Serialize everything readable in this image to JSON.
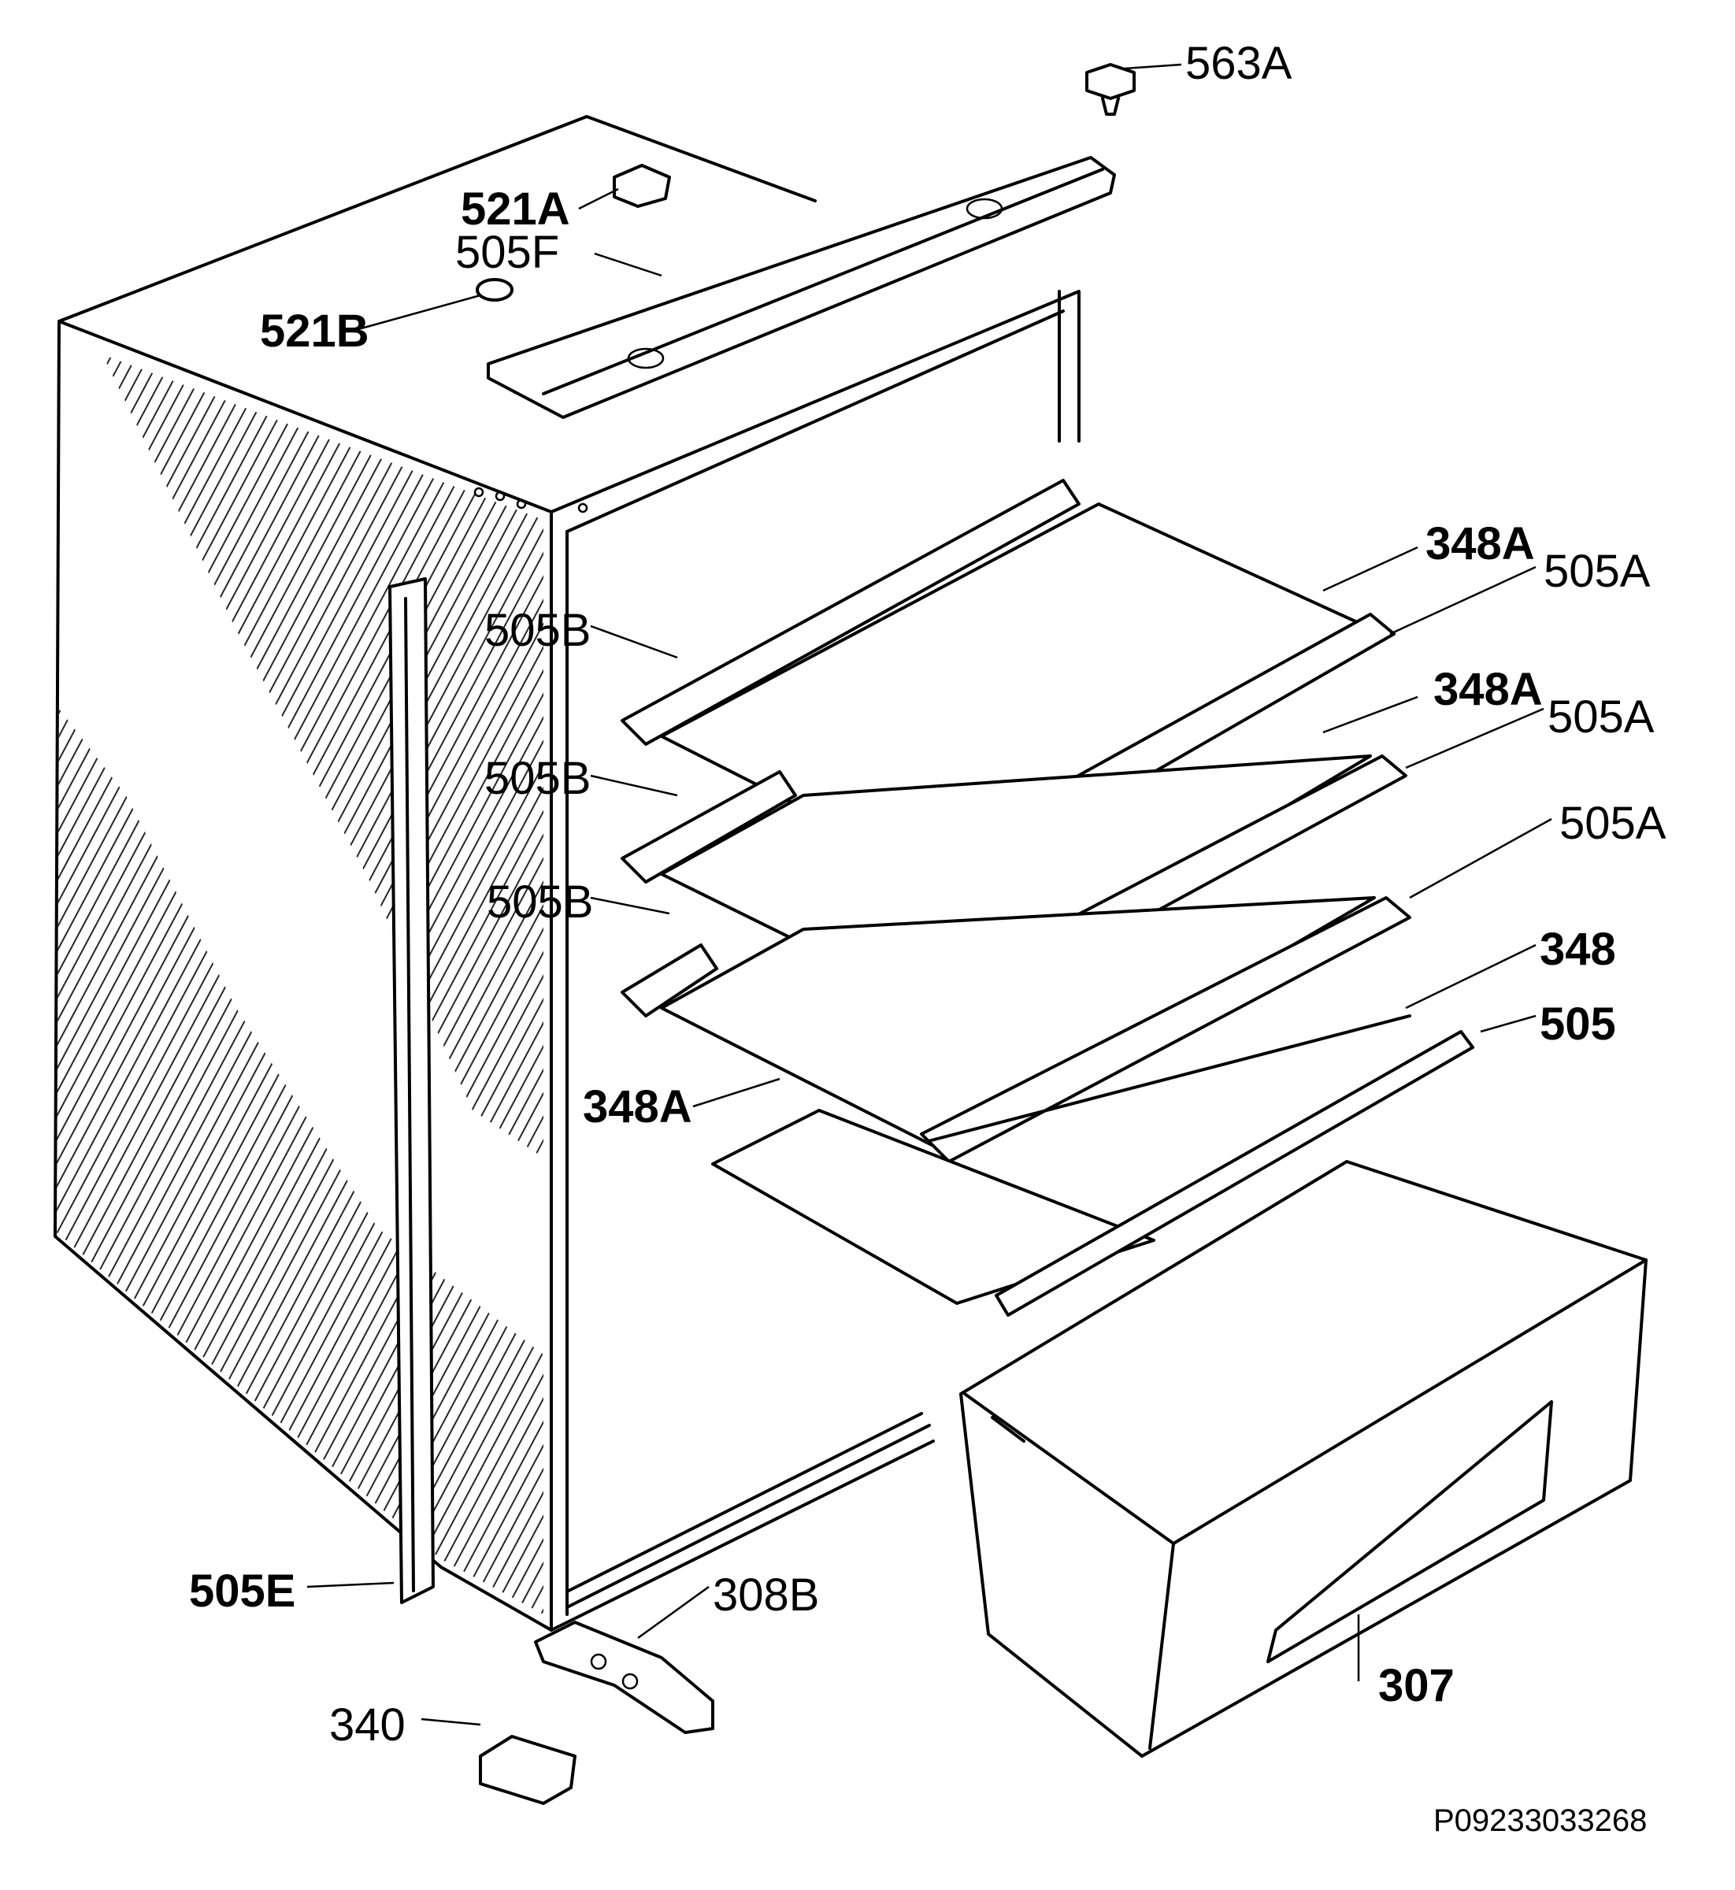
{
  "labels": {
    "p563A": "563A",
    "p521A": "521A",
    "p505F": "505F",
    "p521B": "521B",
    "p348A_top": "348A",
    "p505A_1": "505A",
    "p505B_1": "505B",
    "p348A_mid": "348A",
    "p505A_2": "505A",
    "p505B_2": "505B",
    "p505A_3": "505A",
    "p505B_3": "505B",
    "p348": "348",
    "p505": "505",
    "p348A_low": "348A",
    "p505E": "505E",
    "p308B": "308B",
    "p340": "340",
    "p307": "307"
  },
  "drawing_code": "P09233033268"
}
